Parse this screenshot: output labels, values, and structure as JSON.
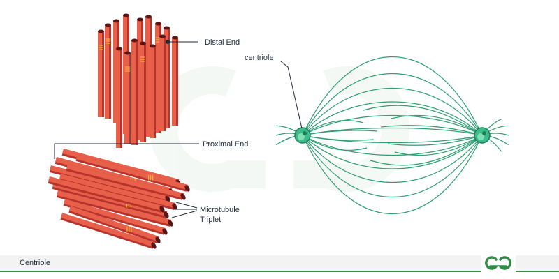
{
  "labels": {
    "distal_end": "Distal End",
    "proximal_end": "Proximal End",
    "microtubule_line1": "Microtubule",
    "microtubule_line2": "Triplet",
    "centriole": "centriole"
  },
  "footer": {
    "caption": "Centriole",
    "logo_icon": "geeksforgeeks-logo-icon"
  },
  "colors": {
    "tube_front": "#e8604a",
    "tube_side": "#b7332b",
    "tube_end": "#5a1616",
    "tube_stripe": "#f2c230",
    "spindle": "#2e9e72",
    "centriole": "#3dbb8a",
    "footer_line": "#2f8d46",
    "logo": "#2f8d46"
  }
}
